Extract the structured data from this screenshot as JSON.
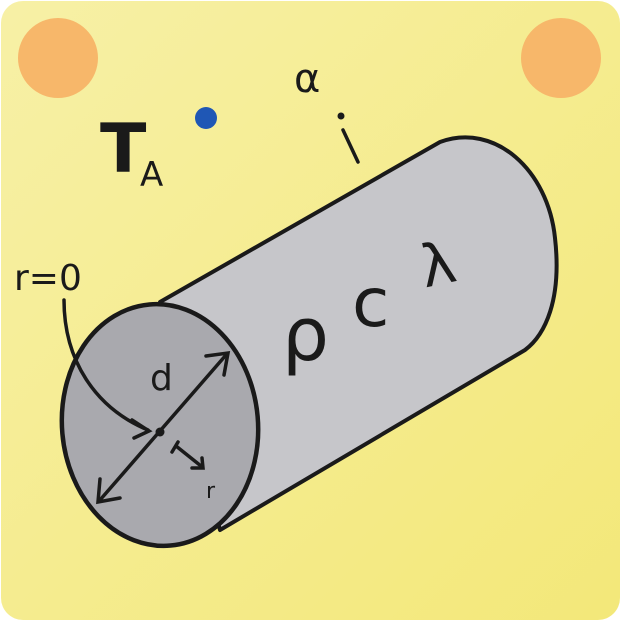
{
  "diagram": {
    "labels": {
      "ambient_temperature": "T",
      "ambient_temperature_sub": "A",
      "heat_transfer_coefficient": "α",
      "density": "ρ",
      "heat_capacity": "c",
      "conductivity": "λ",
      "diameter": "d",
      "radius": "r",
      "center_marker": "r=0"
    },
    "colors": {
      "background": "#f3e879",
      "background_light": "#f7f0a6",
      "corner_dots": "#f7b76a",
      "cylinder_body": "#c6c6ca",
      "cylinder_end": "#a9a9ae",
      "ambient_dot": "#1f57b5",
      "ink": "#1a1a1a"
    }
  }
}
